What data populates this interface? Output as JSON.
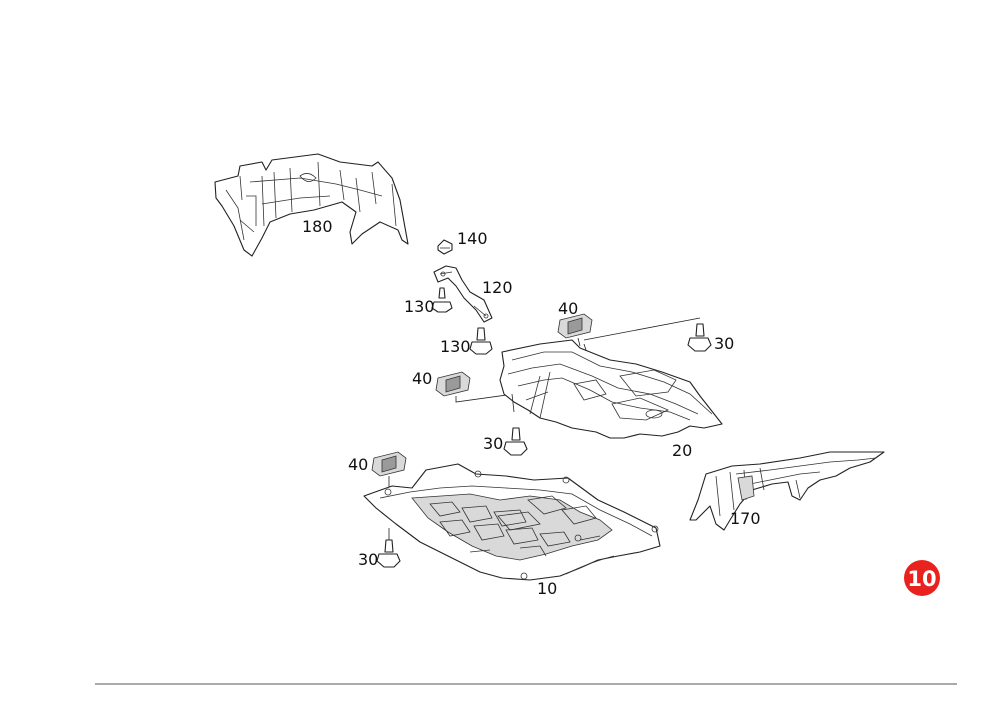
{
  "diagram": {
    "parts": [
      {
        "id": "p180",
        "label": "180"
      },
      {
        "id": "p140",
        "label": "140"
      },
      {
        "id": "p120",
        "label": "120"
      },
      {
        "id": "p130a",
        "label": "130"
      },
      {
        "id": "p130b",
        "label": "130"
      },
      {
        "id": "p40a",
        "label": "40"
      },
      {
        "id": "p30a",
        "label": "30"
      },
      {
        "id": "p40b",
        "label": "40"
      },
      {
        "id": "p30b",
        "label": "30"
      },
      {
        "id": "p20",
        "label": "20"
      },
      {
        "id": "p40c",
        "label": "40"
      },
      {
        "id": "p30c",
        "label": "30"
      },
      {
        "id": "p10",
        "label": "10"
      },
      {
        "id": "p170",
        "label": "170"
      }
    ]
  },
  "page_badge": {
    "text": "10",
    "color": "#e8231f"
  },
  "colors": {
    "line": "#222222",
    "background": "#ffffff"
  }
}
